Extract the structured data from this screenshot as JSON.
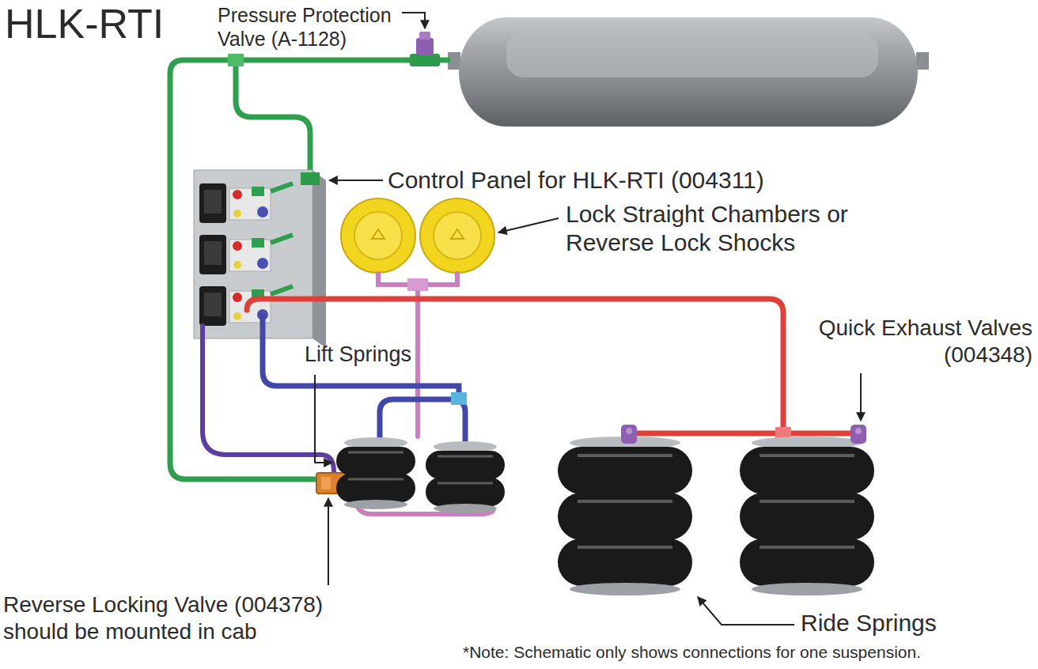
{
  "diagram": {
    "title": "HLK-RTI",
    "labels": [
      "Pressure Protection Valve (A-1128)",
      "Control Panel for HLK-RTI (004311)",
      "Lock Straight Chambers or Reverse Lock Shocks",
      "Quick Exhaust Valves (004348)",
      "Lift Springs",
      "Ride Springs",
      "Reverse Locking Valve (004378) should be mounted in cab",
      "*Note: Schematic only shows connections for one suspension."
    ]
  }
}
